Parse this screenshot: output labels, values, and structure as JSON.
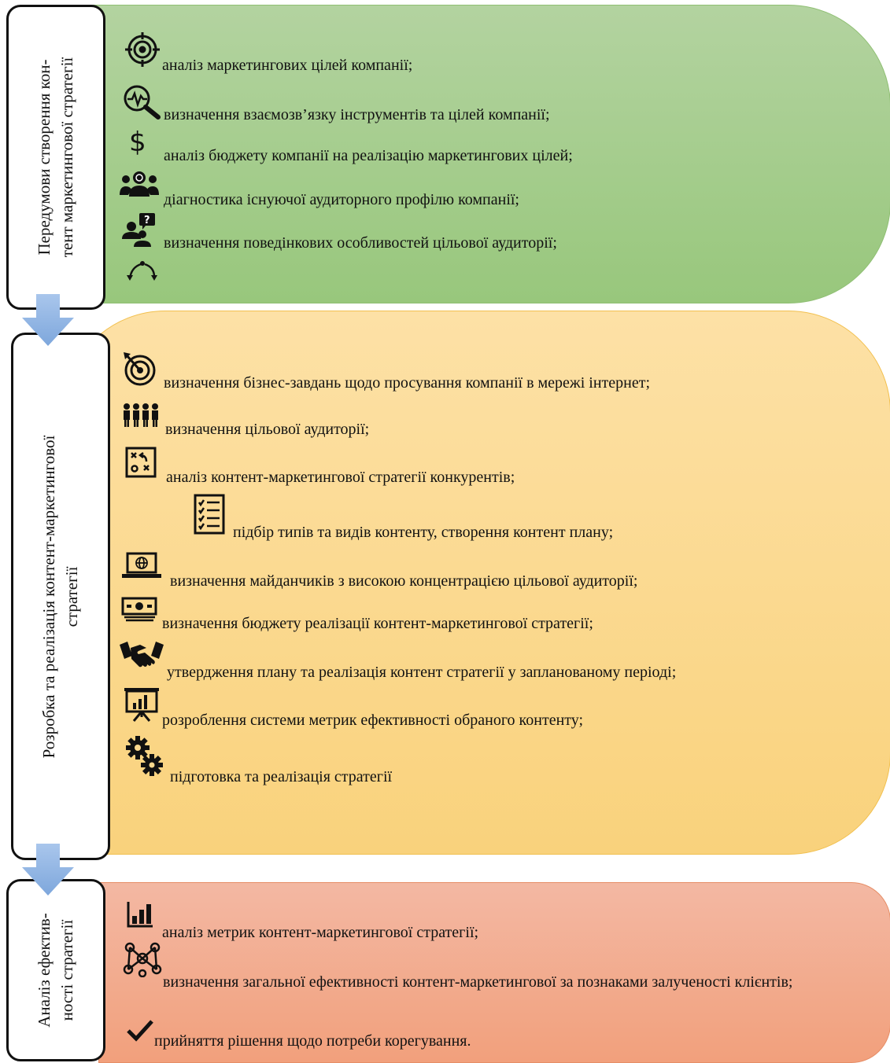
{
  "stages": [
    {
      "label_lines": [
        "Передумови створення кон-",
        "тент маркетингової стратегії"
      ],
      "items": [
        {
          "icon": "target-icon",
          "text": "аналіз маркетингових цілей компанії;"
        },
        {
          "icon": "magnifier-pulse-icon",
          "text": "визначення взаємозв’язку інструментів та цілей  компанії;"
        },
        {
          "icon": "dollar-icon",
          "text": "аналіз бюджету компанії на реалізацію маркетингових цілей;"
        },
        {
          "icon": "audience-icon",
          "text": "діагностика існуючої аудиторного профілю компанії;"
        },
        {
          "icon": "people-question-icon",
          "text": "визначення поведінкових особливостей цільової аудиторії;"
        },
        {
          "icon": "cycle-arrows-icon",
          "text": ""
        }
      ]
    },
    {
      "label_lines": [
        "Розробка та реалізація контент-маркетингової",
        "стратегії"
      ],
      "items": [
        {
          "icon": "bullseye-icon",
          "text": "визначення  бізнес-завдань щодо просування компанії в мережі інтернет;"
        },
        {
          "icon": "group-icon",
          "text": "визначення цільової аудиторії;"
        },
        {
          "icon": "strategy-board-icon",
          "text": "аналіз контент-маркетингової стратегії конкурентів;"
        },
        {
          "icon": "checklist-icon",
          "text": "підбір типів та видів контенту, створення контент плану;"
        },
        {
          "icon": "laptop-globe-icon",
          "text": "визначення майданчиків з високою концентрацією цільової аудиторії;"
        },
        {
          "icon": "money-icon",
          "text": "визначення бюджету реалізації контент-маркетингової стратегії;"
        },
        {
          "icon": "handshake-icon",
          "text": "утвердження плану та реалізація контент стратегії у запланованому періоді;"
        },
        {
          "icon": "presentation-chart-icon",
          "text": "розроблення системи метрик ефективності обраного контенту;"
        },
        {
          "icon": "gears-icon",
          "text": "підготовка та реалізація стратегії"
        }
      ]
    },
    {
      "label_lines": [
        "Аналіз ефектив-",
        "ності стратегії"
      ],
      "items": [
        {
          "icon": "bar-chart-icon",
          "text": "аналіз метрик контент-маркетингової стратегії;"
        },
        {
          "icon": "network-icon",
          "text": "визначення загальної ефективності контент-маркетингової за познаками залученості клієнтів;"
        },
        {
          "icon": "checkmark-icon",
          "text": "прийняття рішення щодо потреби корегування."
        }
      ]
    }
  ],
  "colors": {
    "green_panel": "#a9ce92",
    "yellow_panel": "#fbd98e",
    "red_panel": "#f3ab8c",
    "arrow": "#8fb4e3"
  }
}
